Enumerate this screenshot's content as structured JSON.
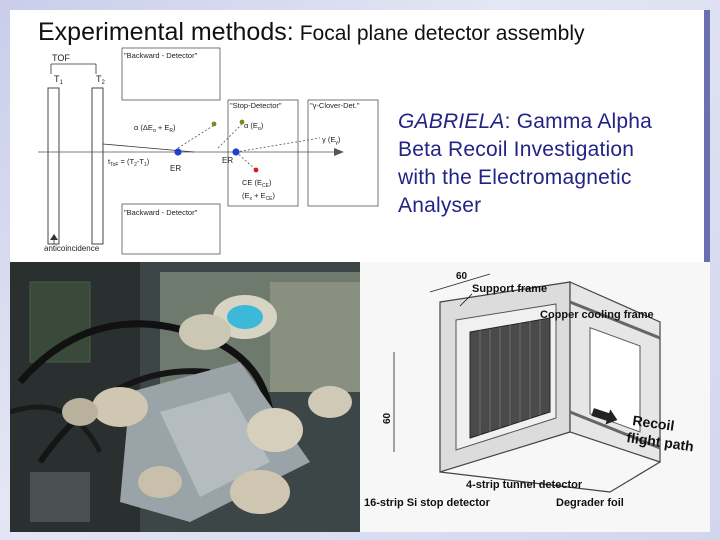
{
  "slide": {
    "title_main": "Experimental methods:",
    "title_sub": "Focal plane detector assembly"
  },
  "diagram": {
    "tof": "TOF",
    "t1": "T",
    "t1_sub": "1",
    "t2": "T",
    "t2_sub": "2",
    "backward_detector_top": "\"Backward - Detector\"",
    "stop_detector": "\"Stop-Detector\"",
    "clover_detector": "\"γ-Clover-Det.\"",
    "alpha_left": "α (ΔE",
    "alpha_left_sub1": "α",
    "alpha_left_mid": " + E",
    "alpha_left_sub2": "R",
    "alpha_left_end": ")",
    "alpha_right": "α (E",
    "alpha_right_sub": "α",
    "alpha_right_end": ")",
    "gamma": "γ (E",
    "gamma_sub": "γ",
    "gamma_end": ")",
    "tof_formula": "t",
    "tof_formula_sub": "ToF",
    "tof_formula_rest": " = (T",
    "tof_formula_sub2": "2",
    "tof_formula_mid": "-T",
    "tof_formula_sub3": "1",
    "tof_formula_end": ")",
    "er_left": "ER",
    "er_right": "ER",
    "ce": "CE (E",
    "ce_sub": "CE",
    "ce_end": ")",
    "sum": "(E",
    "sum_sub1": "x",
    "sum_mid": " + E",
    "sum_sub2": "CE",
    "sum_end": ")",
    "backward_detector_bottom": "\"Backward - Detector\"",
    "anticoincidence": "anticoincidence"
  },
  "description": {
    "g_title": "GABRIELA",
    "g_colon": ":",
    "l1_g": "G",
    "l1_w1": "amma ",
    "l1_a": "A",
    "l1_w2": "lpha",
    "l2_b": "B",
    "l2_w1": "eta ",
    "l2_r": "R",
    "l2_w2": "ecoil ",
    "l2_i": "I",
    "l2_w3": "nvestigation",
    "l3_w1": "with the ",
    "l3_e": "E",
    "l3_w2": "lectromagnetic",
    "l4_a": "A",
    "l4_w1": "nalyser"
  },
  "schematic": {
    "dim_top": "60",
    "dim_side": "60",
    "support_frame": "Support frame",
    "copper_frame": "Copper cooling frame",
    "recoil_1": "Recoil",
    "recoil_2": "flight path",
    "tunnel": "4-strip tunnel detector",
    "stop_det": "16-strip Si stop detector",
    "degrader": "Degrader foil"
  },
  "colors": {
    "title_text": "#111111",
    "description_text": "#232385",
    "slide_border": "#6a6fb0",
    "er_dot": "#1f3fd0",
    "alpha_dot": "#7a8a1a",
    "ce_dot": "#d02020"
  }
}
